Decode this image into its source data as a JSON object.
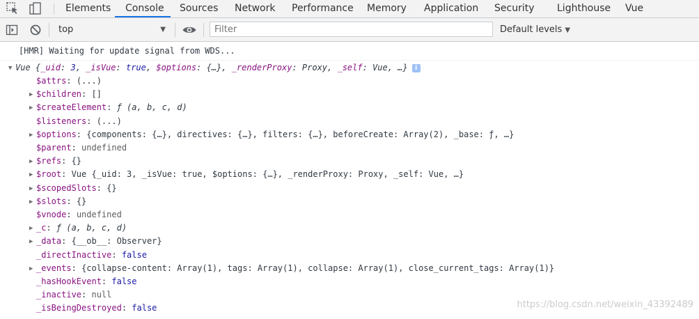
{
  "tabs": [
    {
      "label": "Elements",
      "active": false
    },
    {
      "label": "Console",
      "active": true
    },
    {
      "label": "Sources",
      "active": false
    },
    {
      "label": "Network",
      "active": false
    },
    {
      "label": "Performance",
      "active": false
    },
    {
      "label": "Memory",
      "active": false
    },
    {
      "label": "Application",
      "active": false
    },
    {
      "label": "Security",
      "active": false
    },
    {
      "label": "Lighthouse",
      "active": false
    },
    {
      "label": "Vue",
      "active": false
    }
  ],
  "toolbar": {
    "context_value": "top",
    "filter_placeholder": "Filter",
    "levels_label": "Default levels"
  },
  "colors": {
    "accent": "#1a73e8",
    "key": "#881280",
    "number": "#1a1aa6",
    "null": "#5e5e5e"
  },
  "console": {
    "hmr_message": "[HMR] Waiting for update signal from WDS...",
    "object_summary": {
      "prefix": "Vue {",
      "parts": [
        {
          "key": "_uid",
          "value": "3",
          "kind": "num"
        },
        {
          "key": "_isVue",
          "value": "true",
          "kind": "bool"
        },
        {
          "key": "$options",
          "value": "{…}",
          "kind": "str"
        },
        {
          "key": "_renderProxy",
          "value": "Proxy",
          "kind": "str"
        },
        {
          "key": "_self",
          "value": "Vue",
          "kind": "str"
        }
      ],
      "suffix": ", …}",
      "info_badge": "i"
    },
    "properties": [
      {
        "expandable": false,
        "key": "$attrs",
        "value": "(...)"
      },
      {
        "expandable": true,
        "key": "$children",
        "value": "[]"
      },
      {
        "expandable": true,
        "key": "$createElement",
        "value": "ƒ (a, b, c, d)"
      },
      {
        "expandable": false,
        "key": "$listeners",
        "value": "(...)"
      },
      {
        "expandable": true,
        "key": "$options",
        "value": "{components: {…}, directives: {…}, filters: {…}, beforeCreate: Array(2), _base: ƒ, …}"
      },
      {
        "expandable": false,
        "key": "$parent",
        "value": "undefined"
      },
      {
        "expandable": true,
        "key": "$refs",
        "value": "{}"
      },
      {
        "expandable": true,
        "key": "$root",
        "value": "Vue {_uid: 3, _isVue: true, $options: {…}, _renderProxy: Proxy, _self: Vue, …}"
      },
      {
        "expandable": true,
        "key": "$scopedSlots",
        "value": "{}"
      },
      {
        "expandable": true,
        "key": "$slots",
        "value": "{}"
      },
      {
        "expandable": false,
        "key": "$vnode",
        "value": "undefined"
      },
      {
        "expandable": true,
        "key": "_c",
        "value": "ƒ (a, b, c, d)"
      },
      {
        "expandable": true,
        "key": "_data",
        "value": "{__ob__: Observer}"
      },
      {
        "expandable": false,
        "key": "_directInactive",
        "value": "false"
      },
      {
        "expandable": true,
        "key": "_events",
        "value": "{collapse-content: Array(1), tags: Array(1), collapse: Array(1), close_current_tags: Array(1)}"
      },
      {
        "expandable": false,
        "key": "_hasHookEvent",
        "value": "false"
      },
      {
        "expandable": false,
        "key": "_inactive",
        "value": "null"
      },
      {
        "expandable": false,
        "key": "_isBeingDestroyed",
        "value": "false"
      }
    ]
  },
  "watermark": "https://blog.csdn.net/weixin_43392489"
}
